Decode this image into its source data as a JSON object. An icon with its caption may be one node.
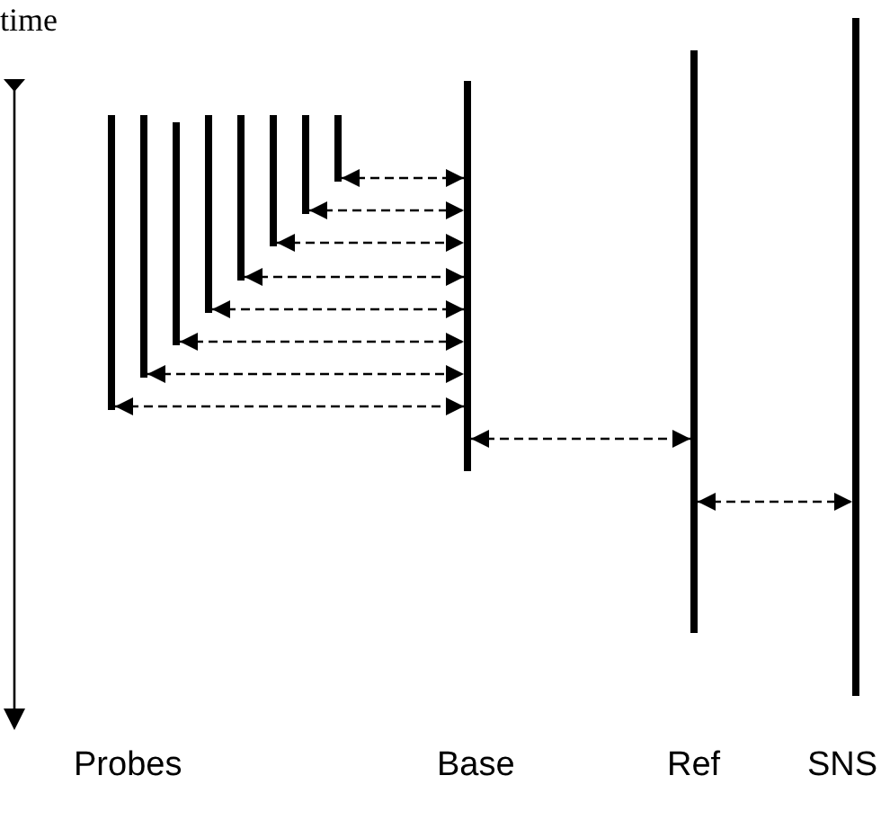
{
  "diagram": {
    "nodes": [
      {
        "text": [],
        "shape": "bar"
      },
      {
        "text": [],
        "shape": "bar"
      },
      {
        "text": [],
        "shape": "bar"
      },
      {
        "text": [],
        "shape": "bar"
      },
      {
        "text": [],
        "shape": "bar"
      },
      {
        "text": [],
        "shape": "bar"
      },
      {
        "text": [],
        "shape": "bar"
      },
      {
        "text": [],
        "shape": "bar"
      },
      {
        "text": [],
        "shape": "bar"
      },
      {
        "text": [],
        "shape": "bar"
      },
      {
        "text": [],
        "shape": "bar"
      }
    ],
    "edges": [
      {
        "from": 7,
        "to": 8,
        "arrow": "both",
        "style": "dashed"
      },
      {
        "from": 6,
        "to": 8,
        "arrow": "both",
        "style": "dashed"
      },
      {
        "from": 5,
        "to": 8,
        "arrow": "both",
        "style": "dashed"
      },
      {
        "from": 4,
        "to": 8,
        "arrow": "both",
        "style": "dashed"
      },
      {
        "from": 3,
        "to": 8,
        "arrow": "both",
        "style": "dashed"
      },
      {
        "from": 2,
        "to": 8,
        "arrow": "both",
        "style": "dashed"
      },
      {
        "from": 1,
        "to": 8,
        "arrow": "both",
        "style": "dashed"
      },
      {
        "from": 0,
        "to": 8,
        "arrow": "both",
        "style": "dashed"
      },
      {
        "from": 8,
        "to": 9,
        "arrow": "both",
        "style": "dashed"
      },
      {
        "from": 9,
        "to": 10,
        "arrow": "both",
        "style": "dashed"
      }
    ],
    "labels": [
      "time",
      "Probes",
      "Base",
      "Ref",
      "SNS"
    ]
  }
}
